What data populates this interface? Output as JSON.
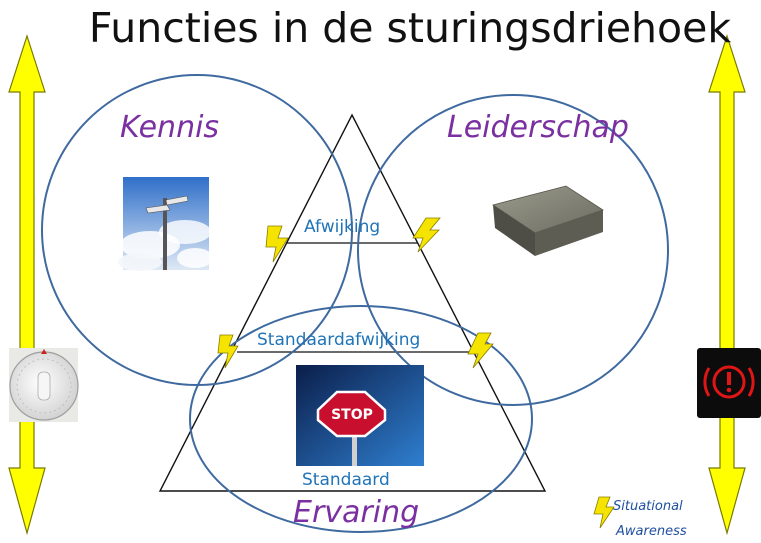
{
  "title": "Functies in de sturingsdriehoek",
  "circles": {
    "kennis": "Kennis",
    "leiderschap": "Leiderschap",
    "ervaring": "Ervaring"
  },
  "levels": {
    "afwijking": "Afwijking",
    "standaardafwijking": "Standaardafwijking",
    "standaard": "Standaard"
  },
  "legend": {
    "line1": "Situational",
    "line2": "Awareness",
    "icon": "lightning-bolt-icon"
  },
  "images": {
    "kennis": "signpost-sky-photo",
    "leiderschap": "stone-tile-photo",
    "ervaring": "stop-sign-photo",
    "left": "kitchen-timer-photo",
    "right": "brake-warning-light-icon"
  },
  "colors": {
    "circle": "#3f6aa0",
    "arrow": "#ffff00",
    "arrow_stroke": "#7a7a00",
    "circle_label": "#7a30a0",
    "line_label": "#1f74b8",
    "bolt": "#f5e400"
  }
}
